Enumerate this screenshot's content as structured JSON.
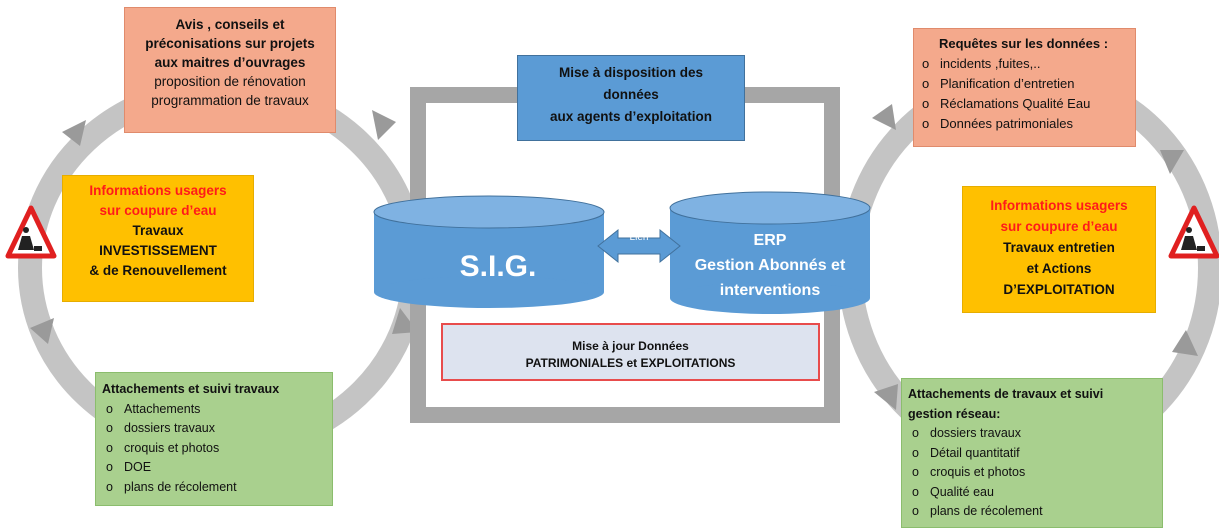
{
  "top_left_box": {
    "lines_bold": [
      "Avis , conseils et",
      "préconisations sur projets",
      "aux maitres d’ouvrages"
    ],
    "lines": [
      "proposition de rénovation",
      "programmation de travaux"
    ]
  },
  "center_top_box": {
    "lines": [
      "Mise à disposition des",
      "données",
      "aux agents d’exploitation"
    ]
  },
  "top_right_box": {
    "title": "Requêtes sur les données :",
    "items": [
      "incidents ,fuites,..",
      "Planification d’entretien",
      "Réclamations Qualité Eau",
      "Données patrimoniales"
    ]
  },
  "left_yellow_box": {
    "red_lines": [
      "Informations usagers",
      "sur coupure d’eau"
    ],
    "lines": [
      "Travaux",
      "INVESTISSEMENT",
      "& de Renouvellement"
    ]
  },
  "right_yellow_box": {
    "red_lines": [
      "Informations usagers",
      "sur coupure d’eau"
    ],
    "lines": [
      "Travaux entretien",
      "et Actions",
      "D’EXPLOITATION"
    ]
  },
  "sig_label": "S.I.G.",
  "link_label": "Lien",
  "erp": {
    "lines": [
      "ERP",
      "Gestion Abonnés et",
      "interventions"
    ]
  },
  "update_box": {
    "lines": [
      "Mise à jour Données",
      "PATRIMONIALES et EXPLOITATIONS"
    ]
  },
  "bottom_left_box": {
    "title": "Attachements et suivi travaux",
    "items": [
      "Attachements",
      "dossiers travaux",
      "croquis et photos",
      "DOE",
      "plans de récolement"
    ]
  },
  "bottom_right_box": {
    "title_lines": [
      "Attachements de travaux et  suivi",
      "gestion réseau:"
    ],
    "items": [
      "dossiers travaux",
      "Détail quantitatif",
      "croquis et photos",
      "Qualité eau",
      "plans de récolement"
    ]
  },
  "colors": {
    "orange": "#f4a98c",
    "yellow": "#ffc000",
    "green": "#a9d08e",
    "blue": "#5b9bd5",
    "gray_ring": "#bfbfbf",
    "frame": "#a6a6a6",
    "red": "#ff1a1a"
  },
  "icons": [
    "roadwork-sign-icon",
    "roadwork-sign-icon",
    "cycle-arrow-icon"
  ]
}
